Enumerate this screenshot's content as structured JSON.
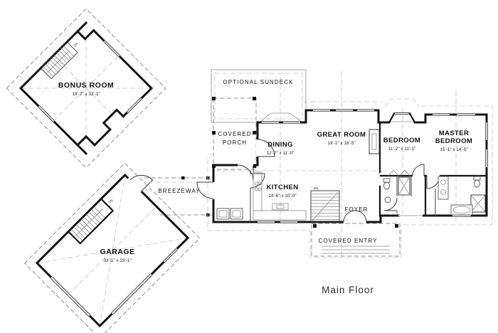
{
  "caption": "Main Floor",
  "labels": {
    "bonus_room": {
      "name": "BONUS ROOM",
      "dims": "19'-2\" x 33'-1\""
    },
    "garage": {
      "name": "GARAGE",
      "dims": "33'-1\" x 23'-1\""
    },
    "breezeway": {
      "name": "BREEZEWAY"
    },
    "optional_sundeck": {
      "name": "OPTIONAL SUNDECK"
    },
    "covered_porch": {
      "line1": "COVERED",
      "line2": "PORCH"
    },
    "dining": {
      "name": "DINING",
      "dims": "12'-7\" x 11'-0\""
    },
    "great_room": {
      "name": "GREAT ROOM",
      "dims": "19'-1\" x 16'-5\""
    },
    "kitchen": {
      "name": "KITCHEN",
      "dims": "14'-6\" x 10'-0\""
    },
    "bedroom": {
      "name": "BEDROOM",
      "dims": "11'-2\" x 11'-1\""
    },
    "master_bedroom": {
      "line1": "MASTER",
      "line2": "BEDROOM",
      "dims": "15'-1\" x 14'-5\""
    },
    "foyer": {
      "name": "FOYER"
    },
    "covered_entry": {
      "name": "COVERED ENTRY"
    },
    "stairs": {
      "dn": "DN"
    }
  },
  "colors": {
    "wall": "#141414",
    "dashed_line": "#8f8f8f",
    "light_dashed": "#c3c3c3",
    "background": "#ffffff"
  }
}
